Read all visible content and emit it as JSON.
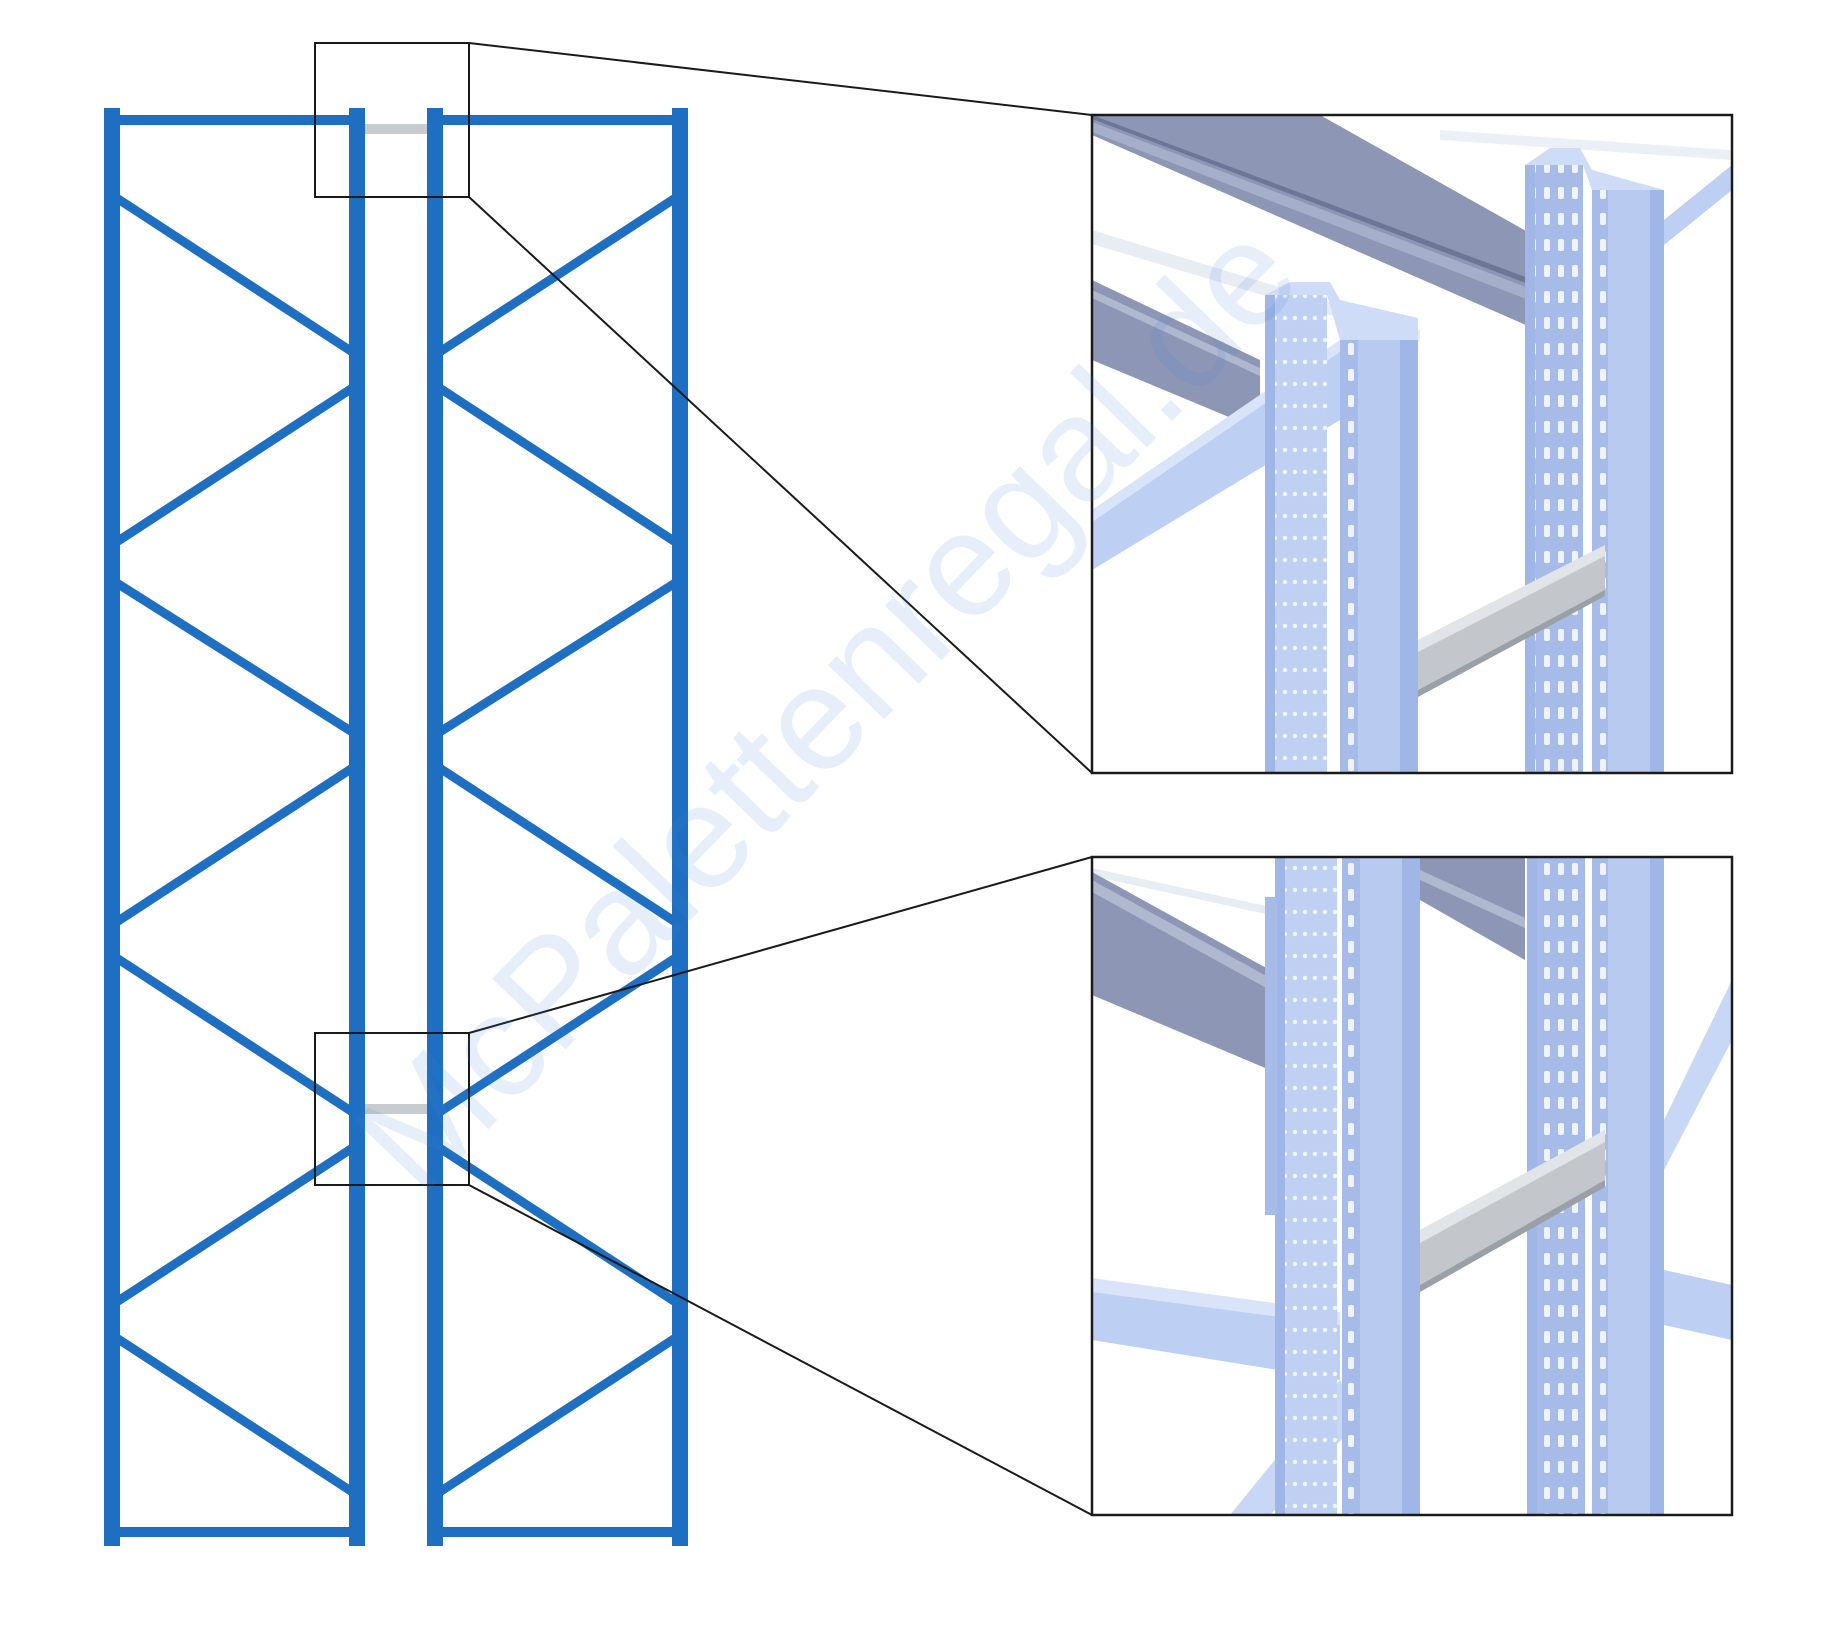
{
  "watermark": {
    "text": "McPalettenregal.de"
  },
  "colors": {
    "frame_blue": "#1e6fc1",
    "upright_light": "#b8caef",
    "upright_mid": "#9fb6e6",
    "upright_dark": "#8aa0d0",
    "beam_gray": "#8d97b5",
    "spacer_gray": "#c8cccf",
    "outline": "#1a1a1a",
    "background": "#ffffff"
  },
  "diagram": {
    "frames": [
      {
        "name": "left-upright-frame",
        "diagonal_pattern": "X-bracing"
      },
      {
        "name": "right-upright-frame",
        "diagonal_pattern": "X-bracing"
      }
    ],
    "connectors": [
      {
        "name": "top-row-spacer",
        "detail_view": "top-detail-view"
      },
      {
        "name": "mid-row-spacer",
        "detail_view": "bottom-detail-view"
      }
    ]
  }
}
